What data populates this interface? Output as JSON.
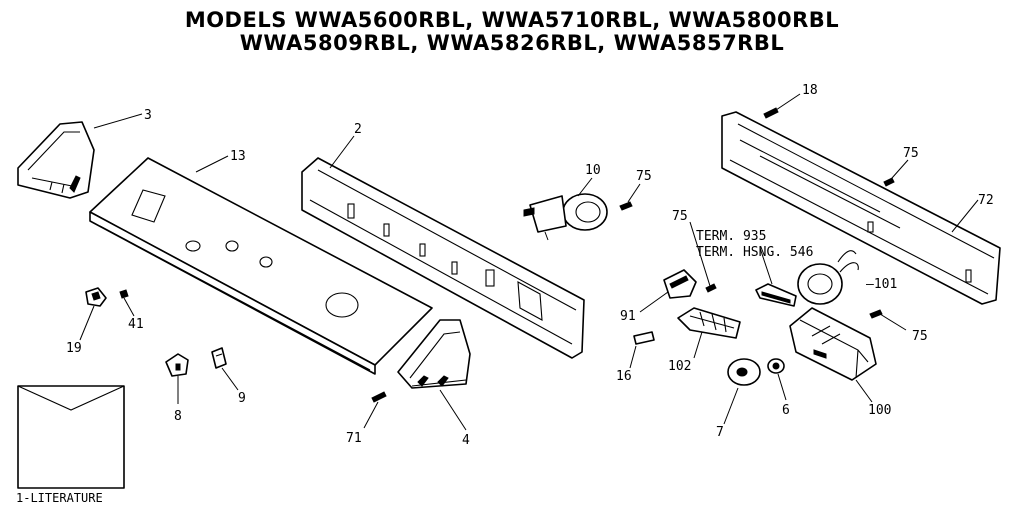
{
  "title": {
    "line1": "MODELS WWA5600RBL, WWA5710RBL, WWA5800RBL",
    "line2": "WWA5809RBL, WWA5826RBL, WWA5857RBL"
  },
  "callouts": {
    "p3": "3",
    "p13": "13",
    "p2": "2",
    "p10": "10",
    "p75a": "75",
    "p18": "18",
    "p75b": "75",
    "p72": "72",
    "p75c": "75",
    "term_935": "TERM. 935",
    "term_hsng_546": "TERM. HSNG. 546",
    "p101": "—101",
    "p91": "91",
    "p102": "102",
    "p16": "16",
    "p75d": "75",
    "p6": "6",
    "p100": "100",
    "p19": "19",
    "p41": "41",
    "p8": "8",
    "p9": "9",
    "p71": "71",
    "p4": "4",
    "p7": "7",
    "literature": "1-LITERATURE"
  }
}
